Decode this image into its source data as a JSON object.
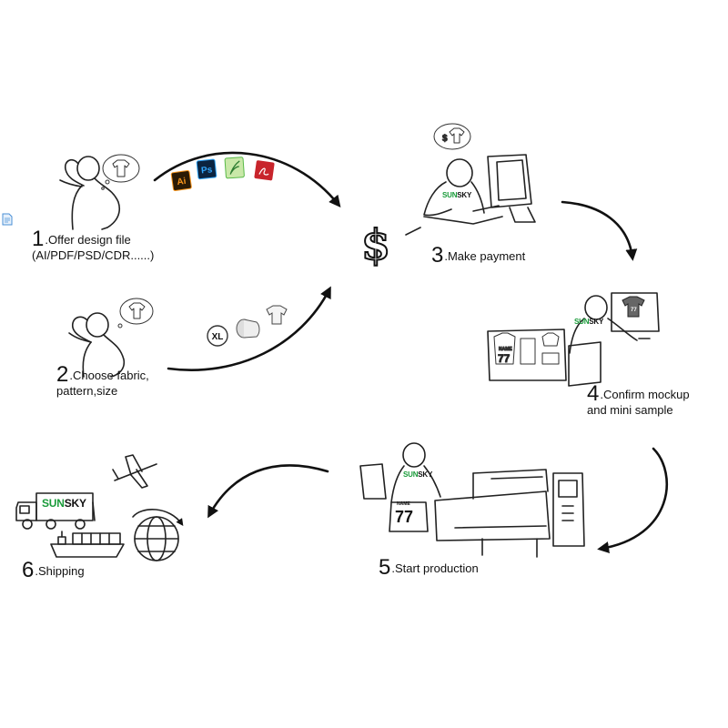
{
  "steps": [
    {
      "number": "1",
      "text": ".Offer design file",
      "text2": "(AI/PDF/PSD/CDR......)"
    },
    {
      "number": "2",
      "text": ".Choose fabric,",
      "text2": "pattern,size"
    },
    {
      "number": "3",
      "text": ".Make payment"
    },
    {
      "number": "4",
      "text": ".Confirm mockup",
      "text2": "and mini sample"
    },
    {
      "number": "5",
      "text": ".Start production"
    },
    {
      "number": "6",
      "text": ".Shipping"
    }
  ],
  "file_icons": [
    {
      "label": "Ai",
      "color": "#f7941d",
      "bg": "#2b1a05"
    },
    {
      "label": "Ps",
      "color": "#31a8ff",
      "bg": "#0b2440"
    },
    {
      "label": "Cdr",
      "color": "#58b947",
      "bg": "#c9e8a8"
    },
    {
      "label": "Pdf",
      "color": "#ffffff",
      "bg": "#c8242b"
    }
  ],
  "brand": {
    "green": "SUN",
    "black": "SKY"
  },
  "jersey": {
    "name": "NAME",
    "number": "77"
  },
  "fabric_size": "XL",
  "currency_symbol": "$",
  "colors": {
    "brand_green": "#1a9b3a",
    "ink": "#111111"
  }
}
